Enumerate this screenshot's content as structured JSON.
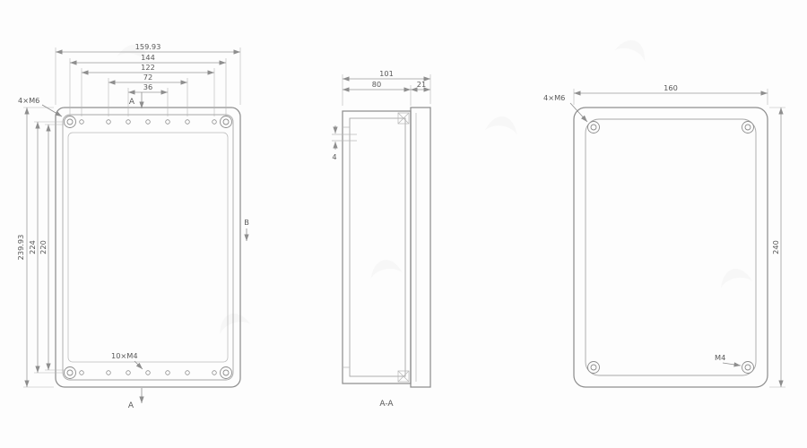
{
  "colors": {
    "line": "#8e8e8e",
    "text": "#585858",
    "background": "#fdfdfd"
  },
  "drawing": {
    "front_view": {
      "corner_thread_label": "4×M6",
      "bottom_thread_label": "10×M4",
      "dim_width_overall": "159.93",
      "dim_width_144": "144",
      "dim_width_122": "122",
      "dim_width_72": "72",
      "dim_width_36": "36",
      "dim_height_overall": "239.93",
      "dim_height_224": "224",
      "dim_height_220": "220",
      "section_marker": "A",
      "detail_marker": "B"
    },
    "section_view": {
      "dim_depth_overall": "101",
      "dim_depth_body": "80",
      "dim_depth_lid": "21",
      "dim_wall_thickness": "4",
      "view_label": "A-A"
    },
    "back_view": {
      "corner_thread_label": "4×M6",
      "bottom_thread_label": "M4",
      "dim_width": "160",
      "dim_height": "240"
    }
  }
}
